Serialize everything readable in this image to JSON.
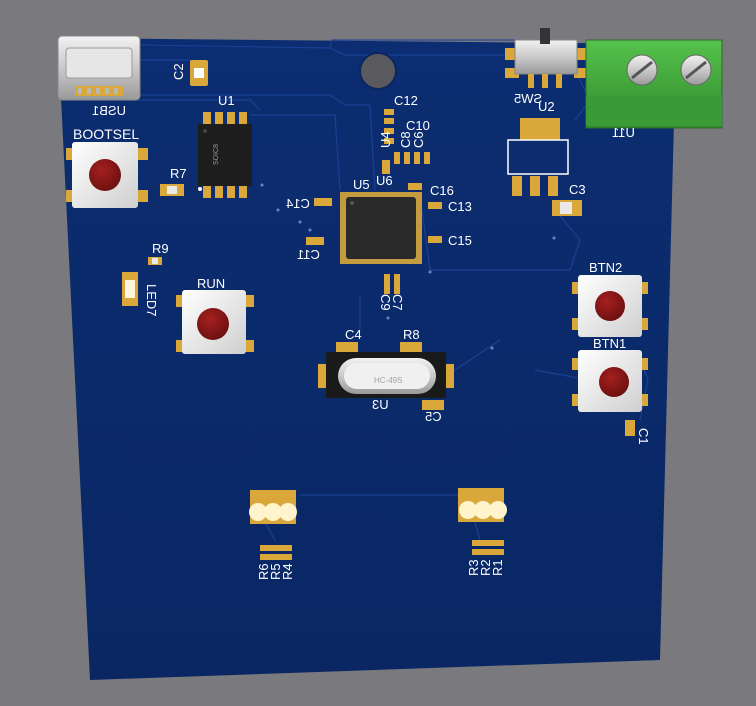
{
  "board": {
    "colors": {
      "background": "#7a7a7e",
      "substrate": "#0b2a6b",
      "trace": "#1a3f8f",
      "pad": "#d9a73a",
      "silk": "#ffffff",
      "button_cap": "#8b1616",
      "terminal": "#3fa83a"
    }
  },
  "labels": {
    "usb": "USB1",
    "bootsel": "BOOTSEL",
    "c2": "C2",
    "u1": "U1",
    "u1_marking": "SOIC8",
    "r7": "R7",
    "r9": "R9",
    "led7": "LED7",
    "run": "RUN",
    "c12": "C12",
    "c10": "C10",
    "c8": "C8",
    "c6": "C6",
    "u4": "U4",
    "u5": "U5",
    "u6": "U6",
    "c14": "C14",
    "c16": "C16",
    "c13": "C13",
    "c15": "C15",
    "c11": "C11",
    "c9": "C9",
    "c7": "C7",
    "sw5": "SW5",
    "u2": "U2",
    "c3": "C3",
    "u11": "U11",
    "btn2": "BTN2",
    "btn1": "BTN1",
    "c1": "C1",
    "c4": "C4",
    "r8": "R8",
    "u3": "U3",
    "u3_marking": "HC-49S",
    "c5": "C5",
    "r6": "R6",
    "r5": "R5",
    "r4": "R4",
    "r3": "R3",
    "r2": "R2",
    "r1": "R1"
  },
  "components": {
    "icons": {
      "usb": "usb-connector-icon",
      "terminal": "screw-terminal-icon",
      "switch": "slide-switch-icon",
      "button": "tactile-button-icon",
      "crystal": "crystal-oscillator-icon",
      "led": "rgb-led-icon",
      "chip": "ic-chip-icon",
      "hole": "mounting-hole-icon"
    }
  }
}
